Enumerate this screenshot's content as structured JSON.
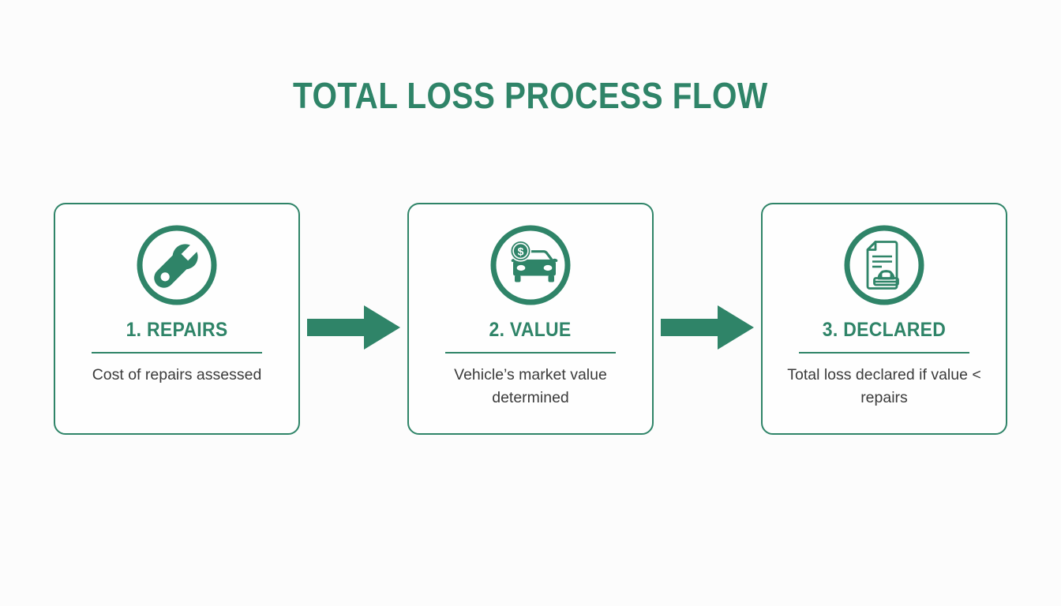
{
  "page": {
    "title": "TOTAL LOSS PROCESS FLOW",
    "background_color": "#FCFCFC",
    "accent_color": "#2F8468",
    "body_text_color": "#3B3B3B"
  },
  "flow": {
    "steps": [
      {
        "icon": "wrench-icon",
        "heading": "1. REPAIRS",
        "description": "Cost of repairs assessed"
      },
      {
        "icon": "car-dollar-icon",
        "heading": "2. VALUE",
        "description": "Vehicle’s market value determined"
      },
      {
        "icon": "document-stamp-icon",
        "heading": "3. DECLARED",
        "description": "Total loss declared if value < repairs"
      }
    ],
    "connectors": [
      {
        "icon": "arrow-right-icon"
      },
      {
        "icon": "arrow-right-icon"
      }
    ]
  }
}
